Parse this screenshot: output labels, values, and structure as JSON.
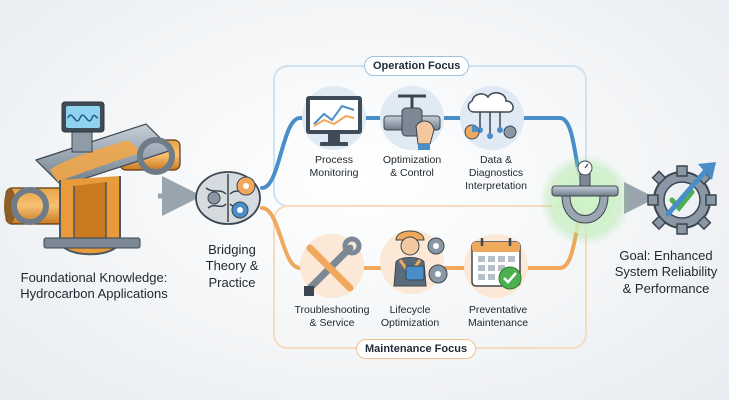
{
  "foundation": {
    "label": "Foundational Knowledge:\nHydrocarbon Applications"
  },
  "bridge": {
    "label": "Bridging\nTheory &\nPractice"
  },
  "operation": {
    "title": "Operation Focus",
    "steps": [
      {
        "label": "Process\nMonitoring"
      },
      {
        "label": "Optimization\n& Control"
      },
      {
        "label": "Data &\nDiagnostics\nInterpretation"
      }
    ]
  },
  "maintenance": {
    "title": "Maintenance Focus",
    "steps": [
      {
        "label": "Troubleshooting\n& Service"
      },
      {
        "label": "Lifecycle\nOptimization"
      },
      {
        "label": "Preventative\nMaintenance"
      }
    ]
  },
  "goal": {
    "label": "Goal: Enhanced\nSystem Reliability\n& Performance"
  },
  "colors": {
    "operation": "#4a8ec9",
    "maintenance": "#f0a85c",
    "success": "#4caf50",
    "steel": "#8a97a4",
    "copper": "#d6892e"
  }
}
